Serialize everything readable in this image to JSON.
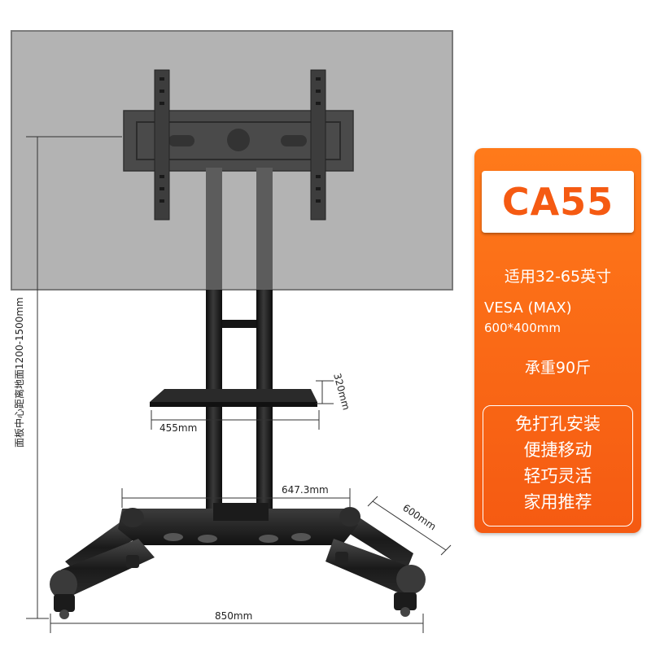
{
  "product": {
    "model": "CA55",
    "size_range": "适用32-65英寸",
    "vesa_title": "VESA (MAX)",
    "vesa_value": "600*400mm",
    "load_capacity": "承重90斤",
    "features": [
      "免打孔安装",
      "便捷移动",
      "轻巧灵活",
      "家用推荐"
    ]
  },
  "dimensions": {
    "height_label": "面板中心距离地面1200-1500mm",
    "shelf_depth": "320mm",
    "shelf_width": "455mm",
    "base_inner_width": "647.3mm",
    "base_depth": "600mm",
    "base_width": "850mm"
  },
  "colors": {
    "panel_orange": "#f55a12",
    "screen_gray": "#b0b0b0",
    "stand_black": "#1c1c1c"
  }
}
